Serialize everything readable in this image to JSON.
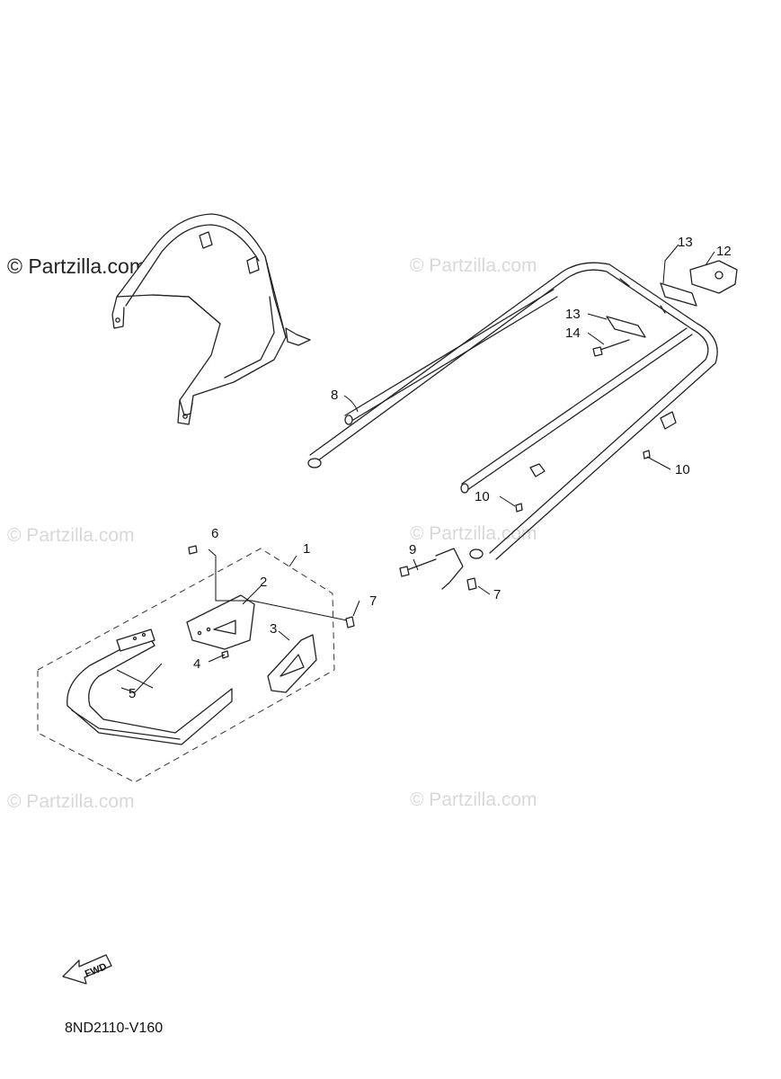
{
  "diagram_code": "8ND2110-V160",
  "fwd_label": "FWD",
  "watermarks": [
    {
      "id": "wm-top-left",
      "text": "© Partzilla.com"
    },
    {
      "id": "wm-top-right",
      "text": "© Partzilla.com"
    },
    {
      "id": "wm-mid-left",
      "text": "© Partzilla.com"
    },
    {
      "id": "wm-mid-right",
      "text": "© Partzilla.com"
    },
    {
      "id": "wm-low-left",
      "text": "© Partzilla.com"
    },
    {
      "id": "wm-low-right",
      "text": "© Partzilla.com"
    }
  ],
  "callouts": {
    "c1": "1",
    "c2": "2",
    "c3": "3",
    "c4": "4",
    "c5": "5",
    "c6": "6",
    "c7a": "7",
    "c7b": "7",
    "c8": "8",
    "c9": "9",
    "c10a": "10",
    "c10b": "10",
    "c12": "12",
    "c13a": "13",
    "c13b": "13",
    "c14": "14"
  }
}
